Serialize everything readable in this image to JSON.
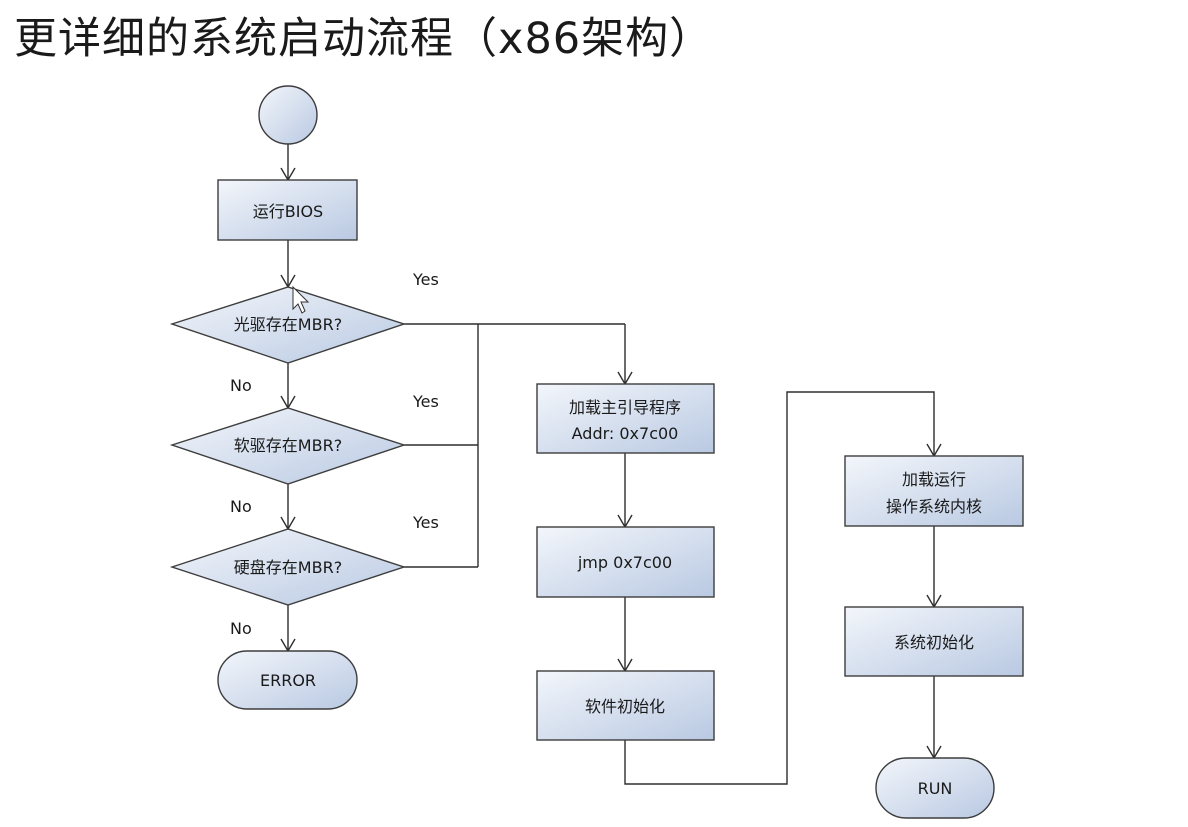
{
  "slide": {
    "title": "更详细的系统启动流程（x86架构）"
  },
  "colors": {
    "node_fill_top": "#f3f6fb",
    "node_fill_bottom": "#b9c9e2",
    "stroke": "#3d3d3d"
  },
  "flowchart": {
    "nodes": {
      "run_bios": "运行BIOS",
      "cdrom_mbr": "光驱存在MBR?",
      "floppy_mbr": "软驱存在MBR?",
      "disk_mbr": "硬盘存在MBR?",
      "error": "ERROR",
      "load_bootloader_line1": "加载主引导程序",
      "load_bootloader_line2": "Addr: 0x7c00",
      "jmp": "jmp 0x7c00",
      "software_init": "软件初始化",
      "load_kernel_line1": "加载运行",
      "load_kernel_line2": "操作系统内核",
      "system_init": "系统初始化",
      "run": "RUN"
    },
    "edge_labels": {
      "cdrom_yes": "Yes",
      "cdrom_no": "No",
      "floppy_yes": "Yes",
      "floppy_no": "No",
      "disk_yes": "Yes",
      "disk_no": "No"
    }
  }
}
